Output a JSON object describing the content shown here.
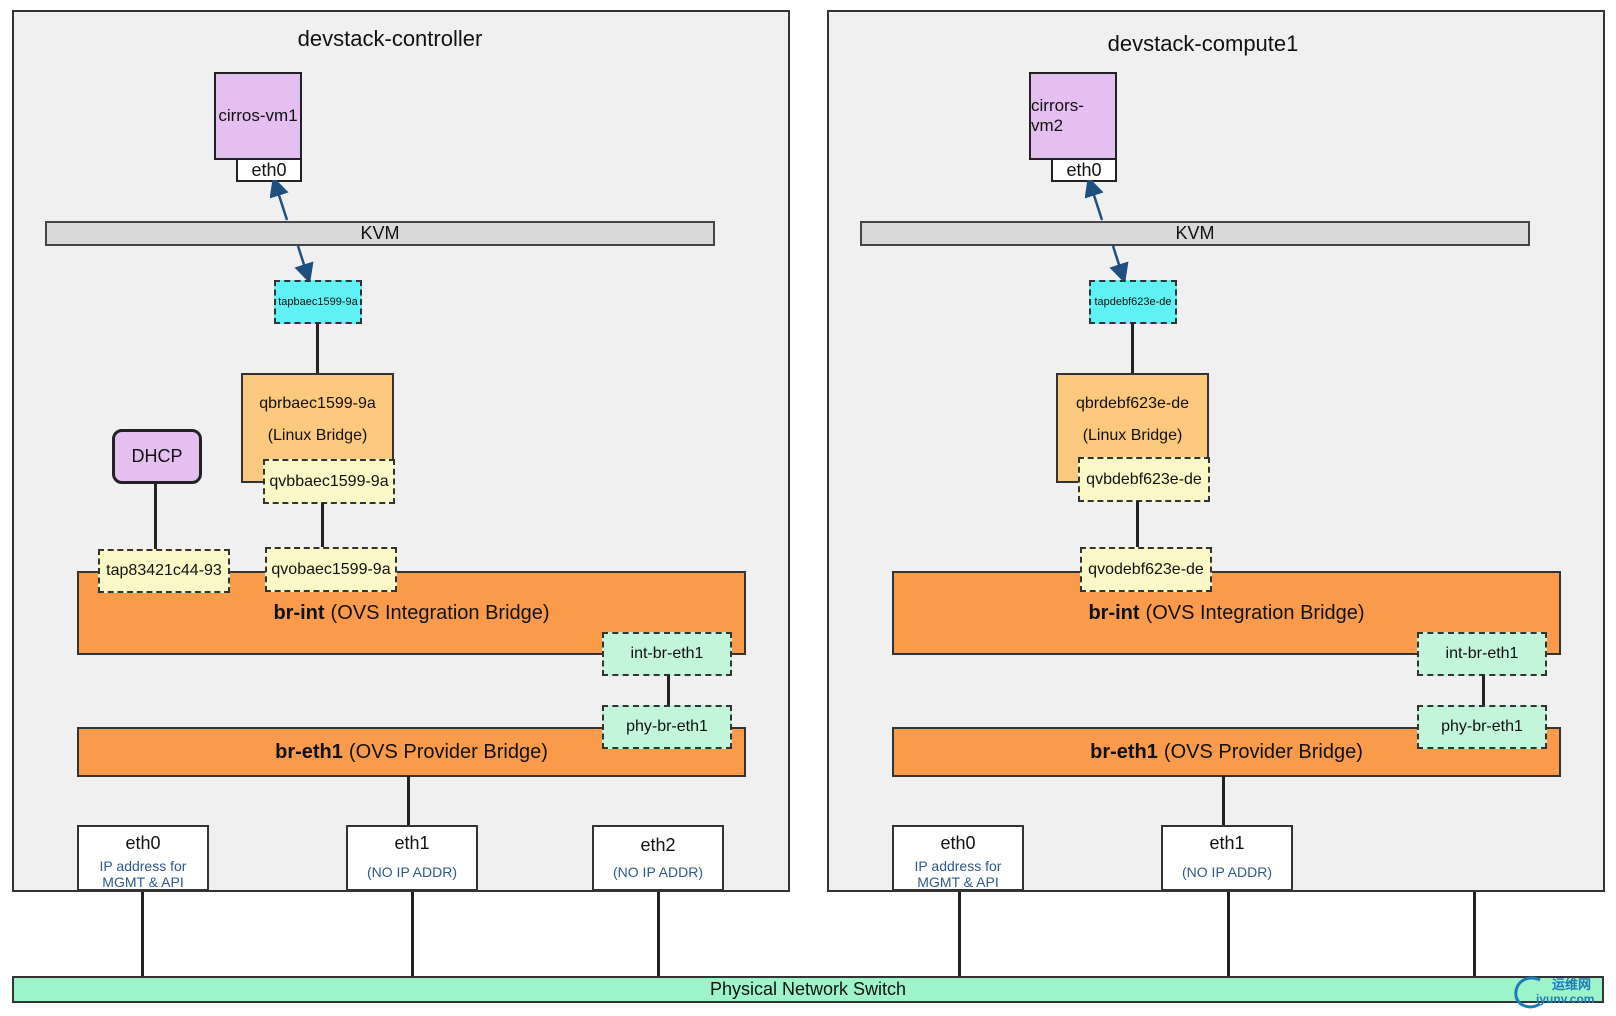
{
  "controller": {
    "title": "devstack-controller",
    "vm_name": "cirros-vm1",
    "vm_eth": "eth0",
    "kvm": "KVM",
    "tap": "tapbaec1599-9a",
    "linux_bridge_name": "qbrbaec1599-9a",
    "linux_bridge_type": "(Linux Bridge)",
    "qvb": "qvbbaec1599-9a",
    "qvo": "qvobaec1599-9a",
    "dhcp": "DHCP",
    "dhcp_tap": "tap83421c44-93",
    "br_int_name": "br-int",
    "br_int_desc": "(OVS Integration Bridge)",
    "int_br": "int-br-eth1",
    "phy_br": "phy-br-eth1",
    "br_eth1_name": "br-eth1",
    "br_eth1_desc": "(OVS Provider Bridge)",
    "nics": [
      {
        "name": "eth0",
        "desc": "IP address for MGMT & API"
      },
      {
        "name": "eth1",
        "desc": "(NO IP ADDR)"
      },
      {
        "name": "eth2",
        "desc": "(NO IP ADDR)"
      }
    ]
  },
  "compute": {
    "title": "devstack-compute1",
    "vm_name": "cirrors-vm2",
    "vm_eth": "eth0",
    "kvm": "KVM",
    "tap": "tapdebf623e-de",
    "linux_bridge_name": "qbrdebf623e-de",
    "linux_bridge_type": "(Linux Bridge)",
    "qvb": "qvbdebf623e-de",
    "qvo": "qvodebf623e-de",
    "br_int_name": "br-int",
    "br_int_desc": "(OVS Integration Bridge)",
    "int_br": "int-br-eth1",
    "phy_br": "phy-br-eth1",
    "br_eth1_name": "br-eth1",
    "br_eth1_desc": "(OVS Provider Bridge)",
    "nics": [
      {
        "name": "eth0",
        "desc": "IP address for MGMT & API"
      },
      {
        "name": "eth1",
        "desc": "(NO IP ADDR)"
      }
    ]
  },
  "switch": "Physical Network Switch",
  "watermark": {
    "line1": "运维网",
    "line2": "iyunv.com"
  },
  "colors": {
    "host_bg": "#f0f0f0",
    "vm": "#e5bff0",
    "tap": "#5ff2f5",
    "linux_bridge": "#fbc97e",
    "veth": "#fbf8c8",
    "ovs": "#fa9a4b",
    "patch": "#c2f5da",
    "switch": "#9df4c8"
  }
}
